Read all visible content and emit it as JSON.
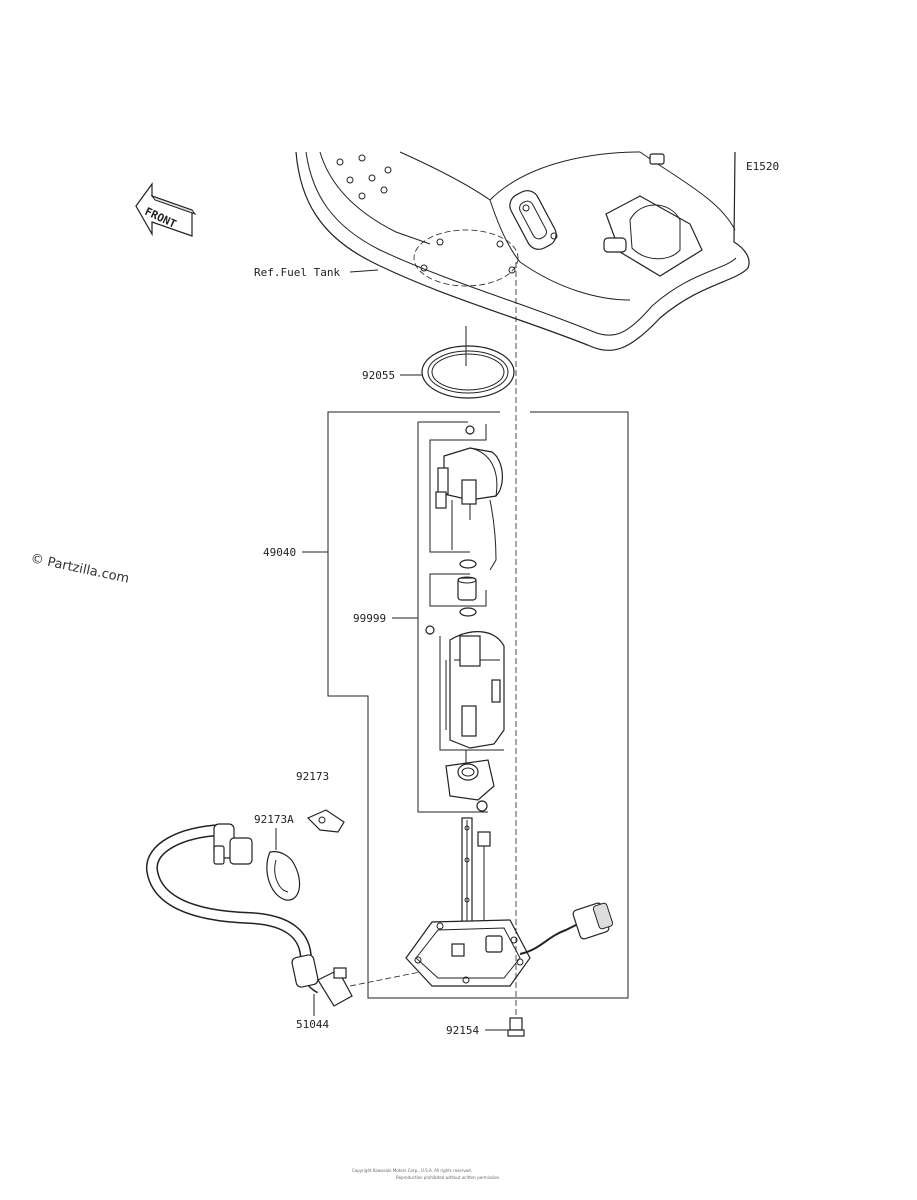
{
  "diagram": {
    "code": "E1520",
    "watermark": "© Partzilla.com",
    "front_label": "FRONT",
    "reference_label": "Ref.Fuel Tank",
    "parts": [
      {
        "id": "p-92055",
        "label": "92055"
      },
      {
        "id": "p-49040",
        "label": "49040"
      },
      {
        "id": "p-99999",
        "label": "99999"
      },
      {
        "id": "p-92173",
        "label": "92173"
      },
      {
        "id": "p-92173a",
        "label": "92173A"
      },
      {
        "id": "p-51044",
        "label": "51044"
      },
      {
        "id": "p-92154",
        "label": "92154"
      }
    ]
  },
  "footer": {
    "line1": "Copyright Kawasaki Motors Corp., U.S.A. All rights reserved.",
    "line2": "Reproduction prohibited without written permission."
  }
}
